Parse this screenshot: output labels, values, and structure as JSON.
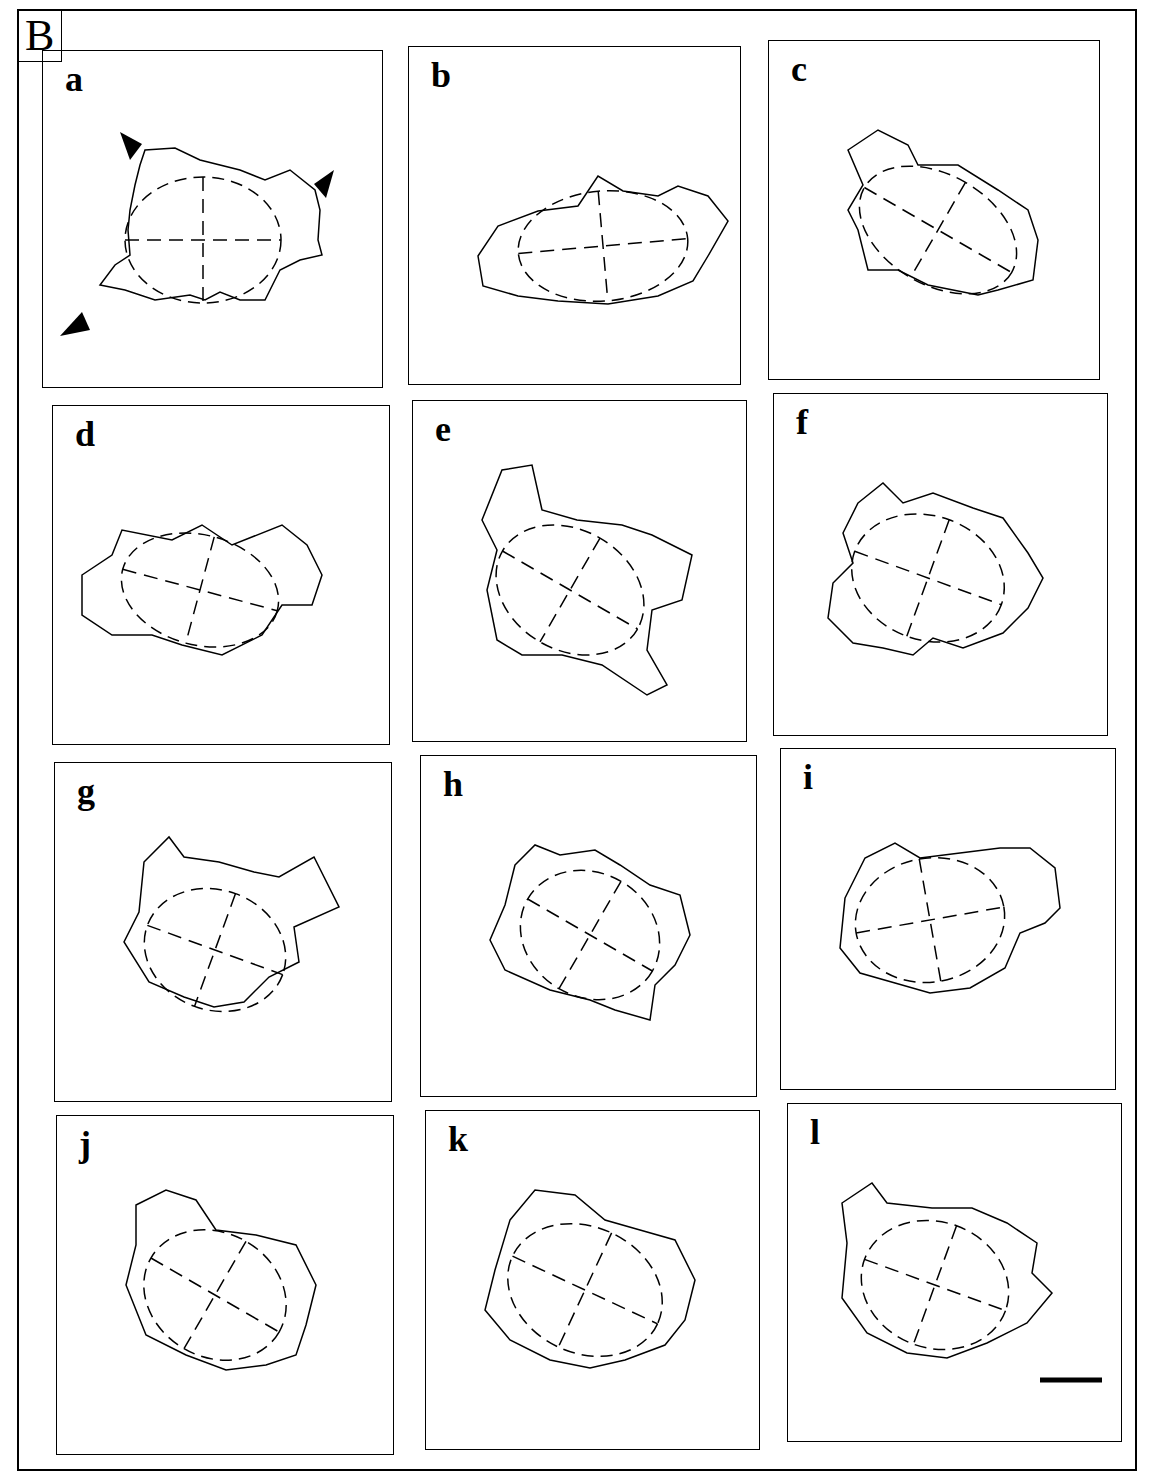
{
  "diagram": {
    "nodes": [
      {
        "text": [
          "B"
        ]
      },
      {
        "text": [
          "a"
        ]
      },
      {
        "text": [
          "b"
        ]
      },
      {
        "text": [
          "c"
        ]
      },
      {
        "text": [
          "d"
        ]
      },
      {
        "text": [
          "e"
        ]
      },
      {
        "text": [
          "f"
        ]
      },
      {
        "text": [
          "g"
        ]
      },
      {
        "text": [
          "h"
        ]
      },
      {
        "text": [
          "i"
        ]
      },
      {
        "text": [
          "j"
        ]
      },
      {
        "text": [
          "k"
        ]
      },
      {
        "text": [
          "l"
        ]
      }
    ]
  }
}
